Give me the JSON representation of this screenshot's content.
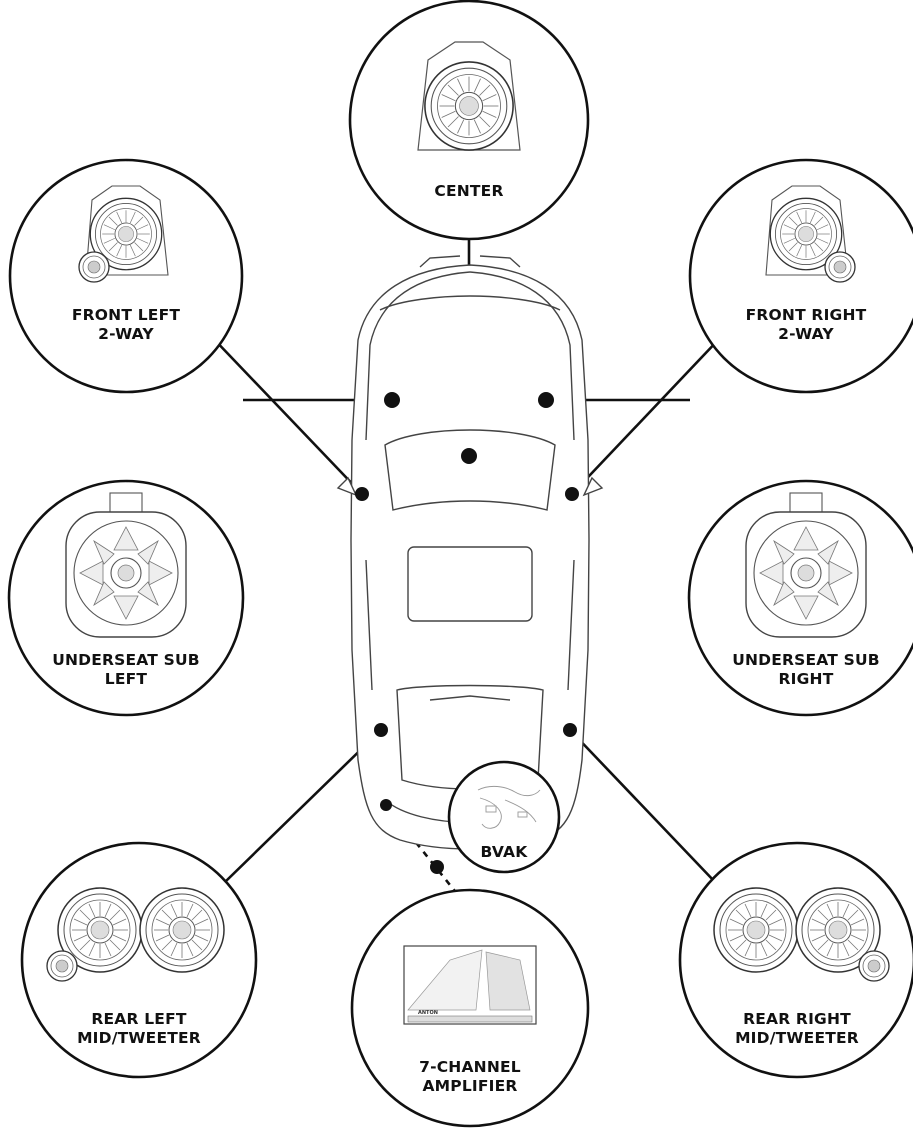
{
  "labels": {
    "center": "CENTER",
    "front_left_1": "FRONT LEFT",
    "front_left_2": "2-WAY",
    "front_right_1": "FRONT RIGHT",
    "front_right_2": "2-WAY",
    "sub_left_1": "UNDERSEAT SUB",
    "sub_left_2": "LEFT",
    "sub_right_1": "UNDERSEAT SUB",
    "sub_right_2": "RIGHT",
    "rear_left_1": "REAR LEFT",
    "rear_left_2": "MID/TWEETER",
    "rear_right_1": "REAR RIGHT",
    "rear_right_2": "MID/TWEETER",
    "bvak": "BVAK",
    "amp_1": "7-CHANNEL",
    "amp_2": "AMPLIFIER",
    "amp_brand": "ANTON"
  },
  "colors": {
    "line": "#111111",
    "fill": "#ffffff",
    "detail": "#555555"
  }
}
